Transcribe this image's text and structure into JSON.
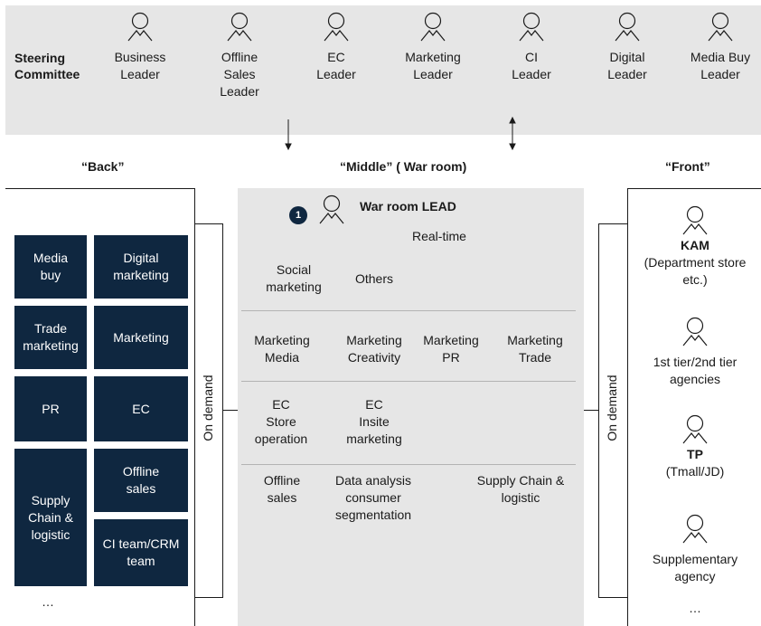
{
  "steering": {
    "label": "Steering\nCommittee",
    "leaders": [
      {
        "label": "Business\nLeader"
      },
      {
        "label": "Offline\nSales\nLeader"
      },
      {
        "label": "EC\nLeader"
      },
      {
        "label": "Marketing\nLeader"
      },
      {
        "label": "CI\nLeader"
      },
      {
        "label": "Digital\nLeader"
      },
      {
        "label": "Media Buy\nLeader"
      }
    ]
  },
  "headings": {
    "back": "“Back”",
    "middle": "“Middle” ( War room)",
    "front": "“Front”"
  },
  "back": {
    "tiles": [
      {
        "label": "Media\nbuy"
      },
      {
        "label": "Digital\nmarketing"
      },
      {
        "label": "Trade\nmarketing"
      },
      {
        "label": "Marketing"
      },
      {
        "label": "PR"
      },
      {
        "label": "EC"
      },
      {
        "label": "Supply\nChain &\nlogistic"
      },
      {
        "label": "Offline\nsales"
      },
      {
        "label": "CI team/CRM\nteam"
      }
    ],
    "ellipsis": "…"
  },
  "on_demand": "On demand",
  "middle": {
    "badge": "1",
    "lead": "War room LEAD",
    "realtime": "Real-time",
    "row1": [
      "Social\nmarketing",
      "Others"
    ],
    "row2": [
      "Marketing\nMedia",
      "Marketing\nCreativity",
      "Marketing\nPR",
      "Marketing\nTrade"
    ],
    "row3": [
      "EC\nStore\noperation",
      "EC\nInsite\nmarketing"
    ],
    "row4": [
      "Offline\nsales",
      "Data analysis\nconsumer\nsegmentation",
      "Supply Chain &\nlogistic"
    ]
  },
  "front": {
    "items": [
      {
        "title": "KAM",
        "sub": "(Department store\netc.)"
      },
      {
        "title": "",
        "sub": "1st tier/2nd tier\nagencies"
      },
      {
        "title": "TP",
        "sub": "(Tmall/JD)"
      },
      {
        "title": "",
        "sub": "Supplementary\nagency"
      }
    ],
    "ellipsis": "…"
  },
  "colors": {
    "tile": "#0f2740",
    "band": "#e6e6e6"
  }
}
